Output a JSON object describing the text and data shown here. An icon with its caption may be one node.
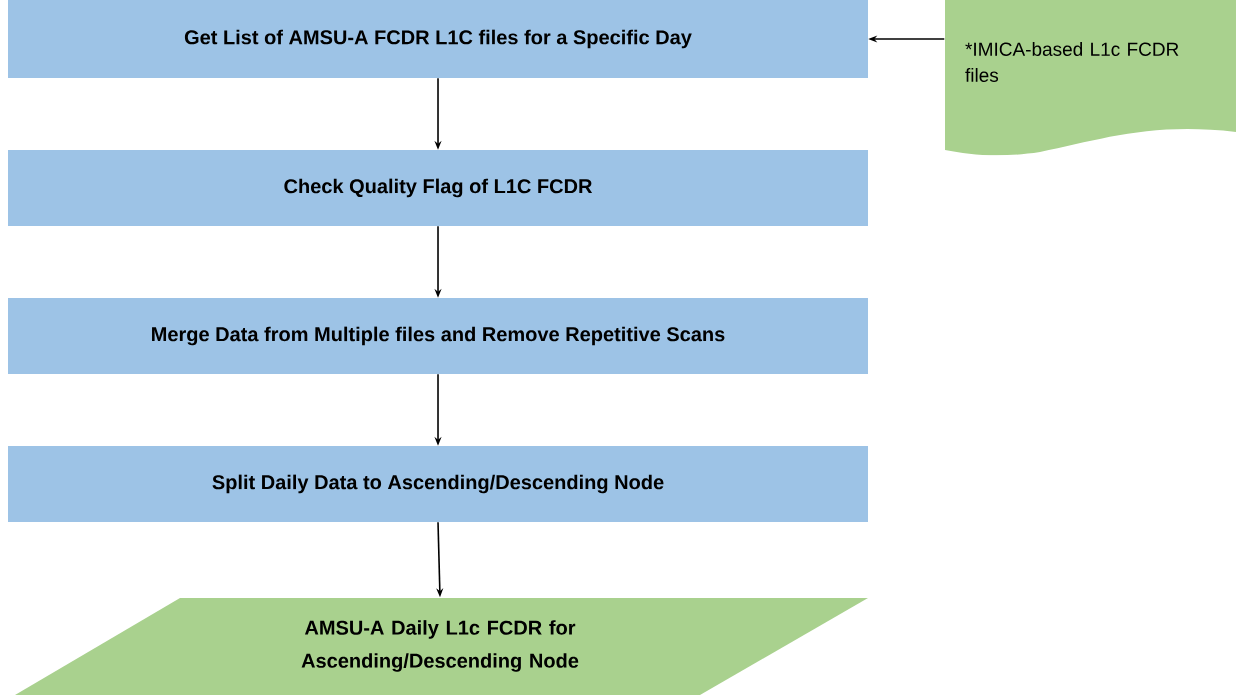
{
  "diagram": {
    "nodes": [
      {
        "text": [
          "Get List of AMSU-A FCDR L1C files for a Specific Day"
        ]
      },
      {
        "text": [
          "*IMICA-based L1c FCDR files"
        ]
      },
      {
        "text": [
          "Check Quality Flag of L1C FCDR"
        ]
      },
      {
        "text": [
          "Merge Data from Multiple files and Remove Repetitive Scans"
        ]
      },
      {
        "text": [
          "Split Daily Data to Ascending/Descending Node"
        ]
      },
      {
        "text": [
          "AMSU-A Daily L1c FCDR for Ascending/Descending Node"
        ]
      }
    ],
    "edges": [
      {
        "from": 1,
        "to": 0,
        "arrow": "to"
      },
      {
        "from": 0,
        "to": 2,
        "arrow": "to"
      },
      {
        "from": 2,
        "to": 3,
        "arrow": "to"
      },
      {
        "from": 3,
        "to": 4,
        "arrow": "to"
      },
      {
        "from": 4,
        "to": 5,
        "arrow": "to"
      }
    ]
  }
}
